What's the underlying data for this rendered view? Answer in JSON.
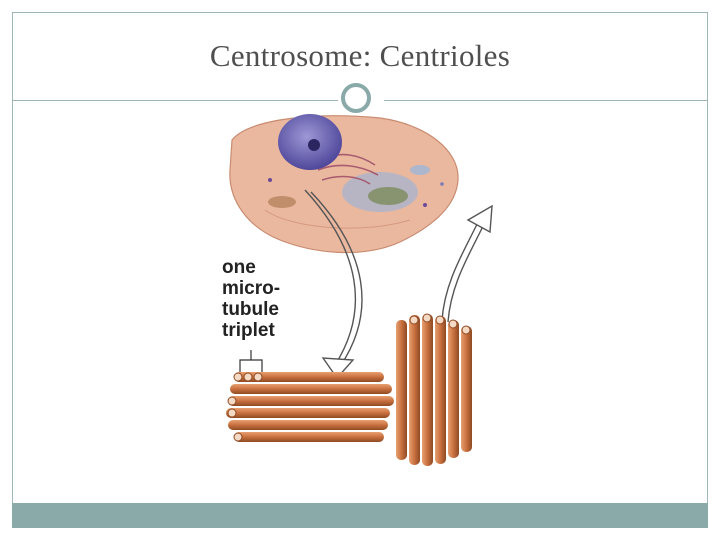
{
  "slide": {
    "title": "Centrosome: Centrioles",
    "label_lines": [
      "one",
      "micro-",
      "tubule",
      "triplet"
    ]
  },
  "colors": {
    "accent": "#8aa9a9",
    "rule": "#9fb6b6",
    "title_text": "#4f4f4f",
    "cell": "#e9b49a",
    "nucleus": "#6a63b0",
    "microtubule": "#c8703f"
  },
  "icons": {
    "ring": "ring-ornament-icon"
  }
}
